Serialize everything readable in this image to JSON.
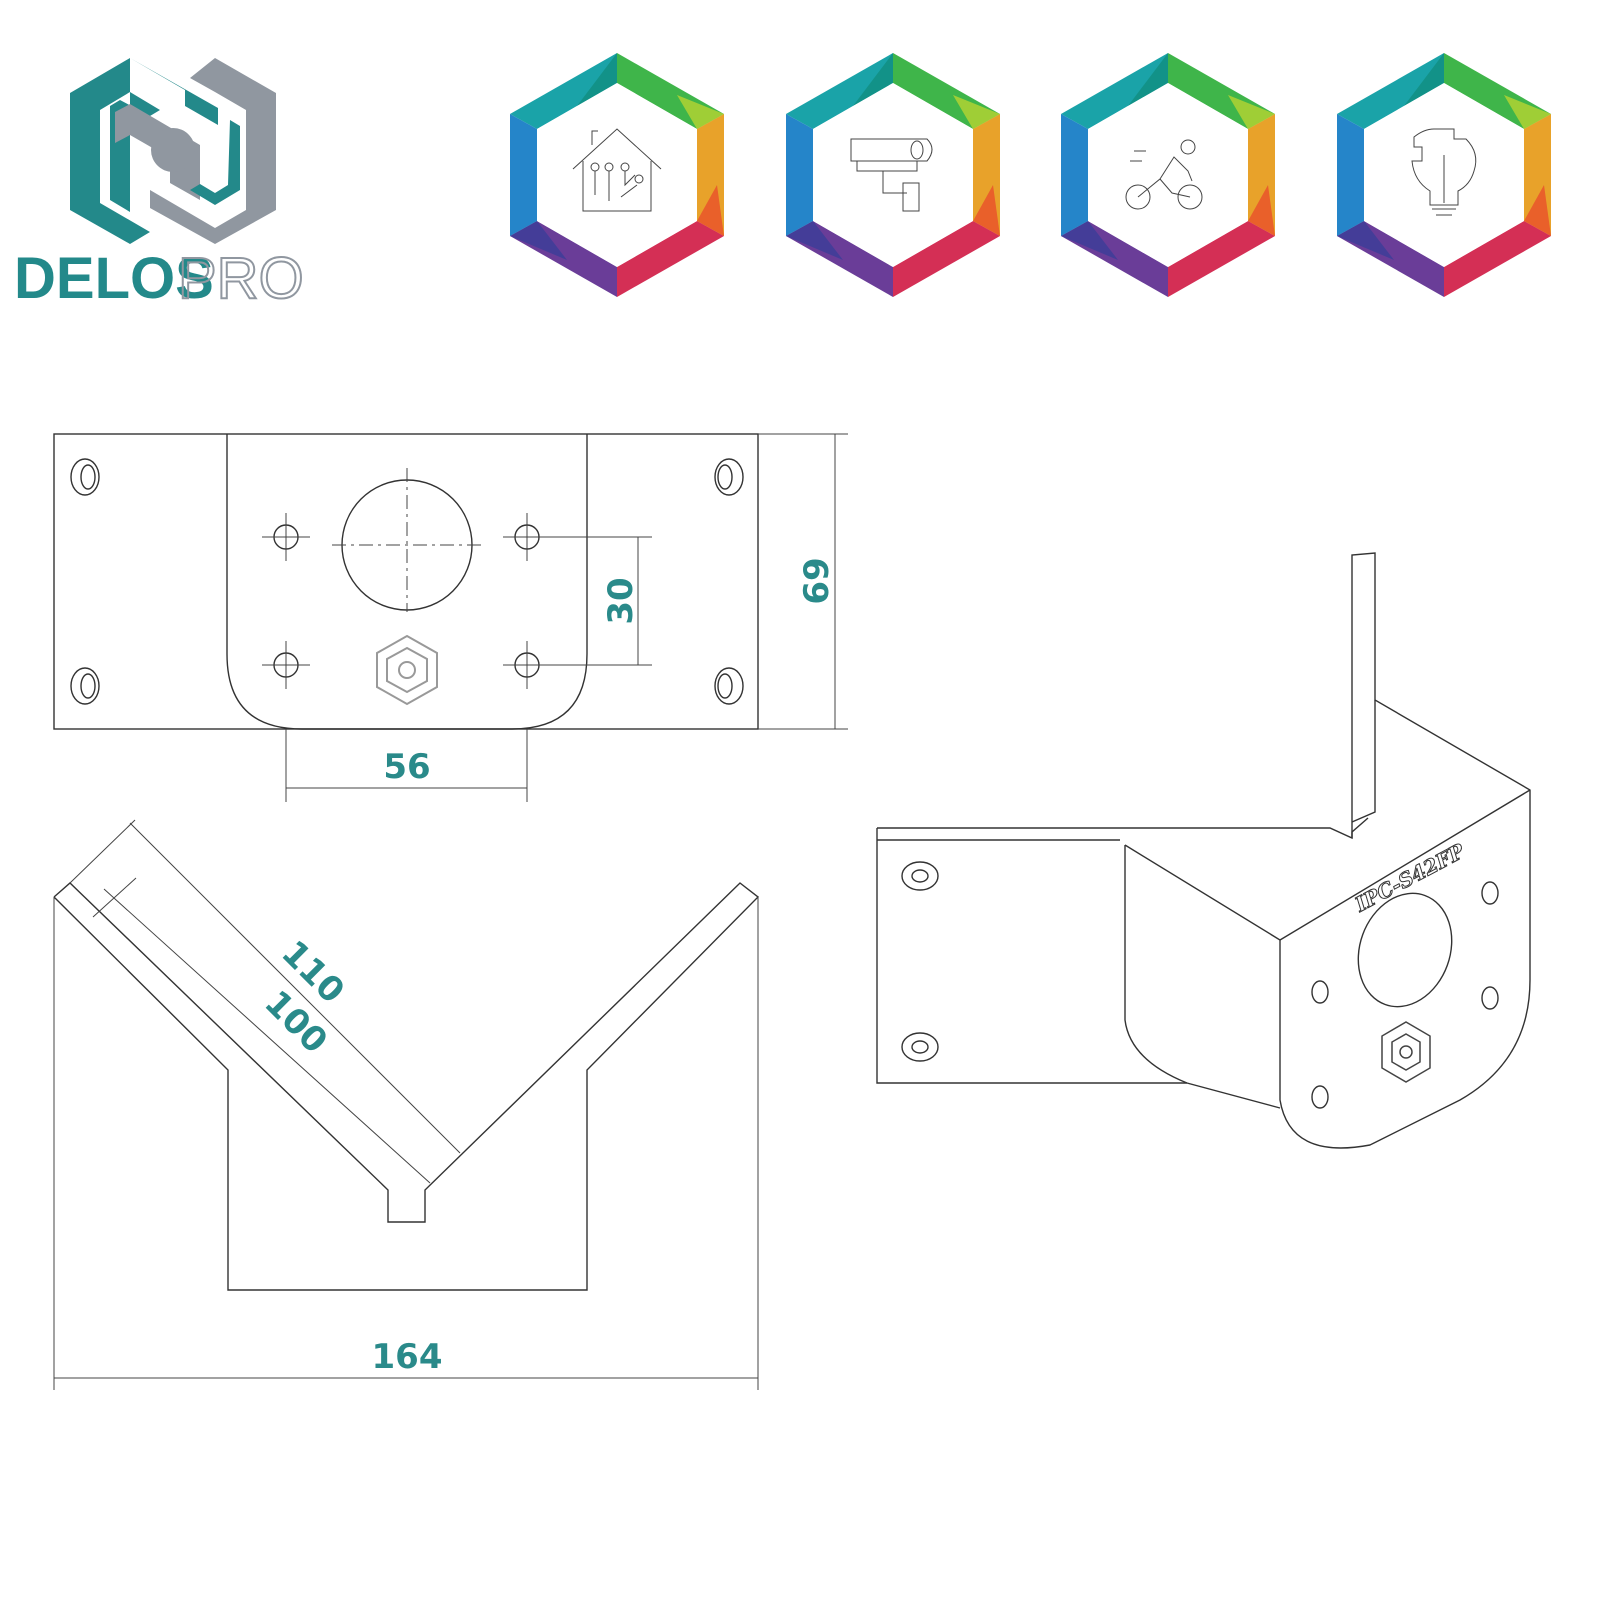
{
  "brand": {
    "name_part1": "DELOS",
    "name_part2": "PRO",
    "teal": "#23898a",
    "grey": "#9097a0"
  },
  "feature_icons": [
    {
      "icon": "smart-home-icon"
    },
    {
      "icon": "cctv-camera-icon"
    },
    {
      "icon": "cyclist-icon"
    },
    {
      "icon": "lightbulb-puzzle-icon"
    }
  ],
  "drawing": {
    "top_view": {
      "dim_width": "56",
      "dim_hole_spacing": "30",
      "dim_height": "69"
    },
    "front_view": {
      "dim_outer_arm": "110",
      "dim_inner_arm": "100",
      "dim_total_width": "164"
    },
    "iso_view": {
      "model_label": "IPC-S42FP"
    }
  }
}
